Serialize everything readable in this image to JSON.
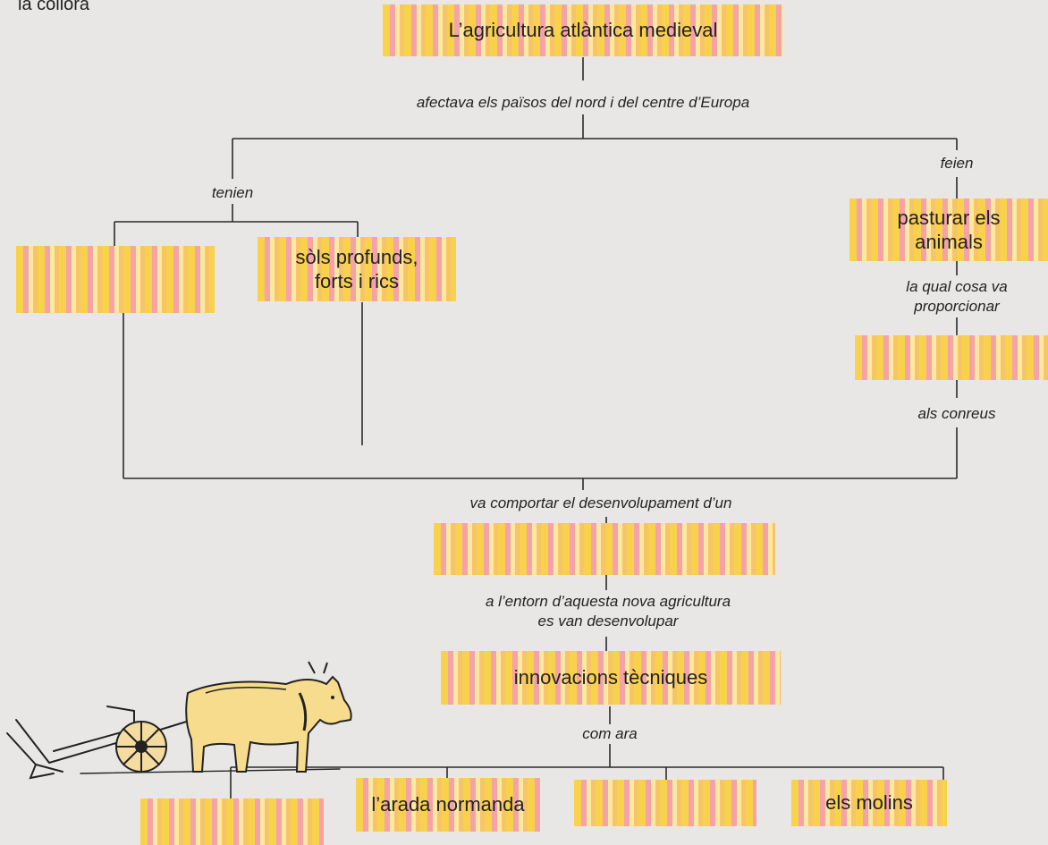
{
  "nodes": {
    "root": "L’agricultura atlàntica medieval",
    "soils": "sòls profunds,\nforts i rics",
    "pasture": "pasturar els\nanimals",
    "innovations": "innovacions tècniques",
    "plough": "l’arada normanda",
    "mills": "els molins"
  },
  "labels": {
    "affects": "afectava els països del nord i del centre d’Europa",
    "had": "tenien",
    "did": "feien",
    "which_provided": "la qual cosa va\nproporcionar",
    "to_teams": "als conreus",
    "led_to": "va comportar el desenvolupament d’un",
    "around_this": "a l’entorn d’aquesta nova agricultura\nes van desenvolupar",
    "such_as": "com ara"
  },
  "colors": {
    "stripe_yellow": "#f7d24a",
    "stripe_pink": "#f5a3a9",
    "line": "#2a2a2a",
    "page": "#e9e7e6"
  }
}
